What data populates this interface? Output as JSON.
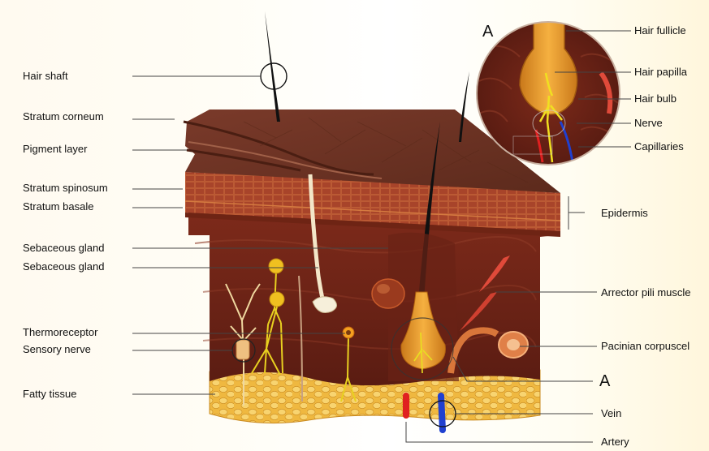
{
  "labels": {
    "hair_shaft": "Hair shaft",
    "stratum_corneum": "Stratum corneum",
    "pigment_layer": "Pigment layer",
    "stratum_spinosum": "Stratum spinosum",
    "stratum_basale": "Stratum basale",
    "sebaceous_gland_1": "Sebaceous gland",
    "sebaceous_gland_2": "Sebaceous gland",
    "thermoreceptor": "Thermoreceptor",
    "sensory_nerve": "Sensory nerve",
    "fatty_tissue": "Fatty tissue",
    "hair_follicle": "Hair fullicle",
    "hair_papilla": "Hair papilla",
    "hair_bulb": "Hair bulb",
    "nerve": "Nerve",
    "capillaries": "Capillaries",
    "epidermis": "Epidermis",
    "arrector_pili": "Arrector pili muscle",
    "pacinian": "Pacinian corpuscel",
    "marker_a_bottom": "A",
    "vein": "Vein",
    "artery": "Artery",
    "marker_a_top": "A"
  }
}
